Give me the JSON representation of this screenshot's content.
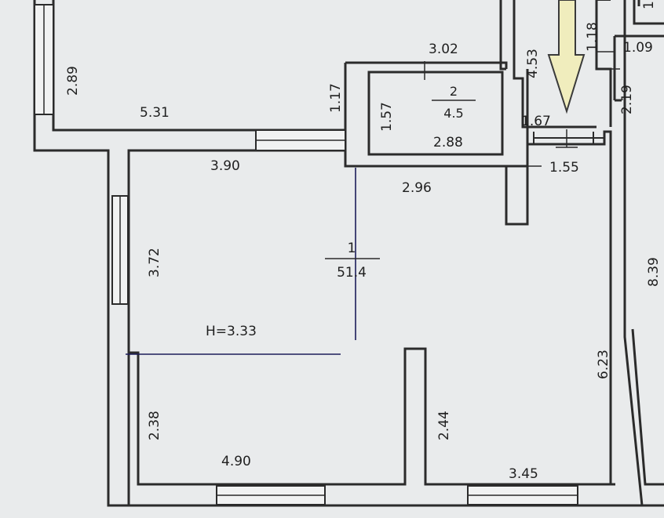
{
  "rooms": {
    "main": {
      "number": "1",
      "area": "51.4",
      "ceiling_height": "H=3.33"
    },
    "bath": {
      "number": "2",
      "area": "4.5"
    }
  },
  "dimensions": {
    "d_3_02": "3.02",
    "d_1_17": "1.17",
    "d_1_57": "1.57",
    "d_2_88": "2.88",
    "d_5_31": "5.31",
    "d_2_89": "2.89",
    "d_3_90": "3.90",
    "d_2_96": "2.96",
    "d_3_72": "3.72",
    "d_4_53": "4.53",
    "d_1_67": "1.67",
    "d_1_55": "1.55",
    "d_1_18": "1.18",
    "d_1_09": "1.09",
    "d_2_19": "2.19",
    "d_8_39": "8.39",
    "d_6_23": "6.23",
    "d_2_44": "2.44",
    "d_2_38": "2.38",
    "d_4_90": "4.90",
    "d_3_45": "3.45",
    "d_1_edge": "1"
  },
  "icons": {
    "entrance_arrow": "down-arrow-icon"
  },
  "colors": {
    "paper": "#e9ebec",
    "walls": "#2b2b2b",
    "arrow_fill": "#f0edbd",
    "cut_line": "#1c1c5a"
  }
}
